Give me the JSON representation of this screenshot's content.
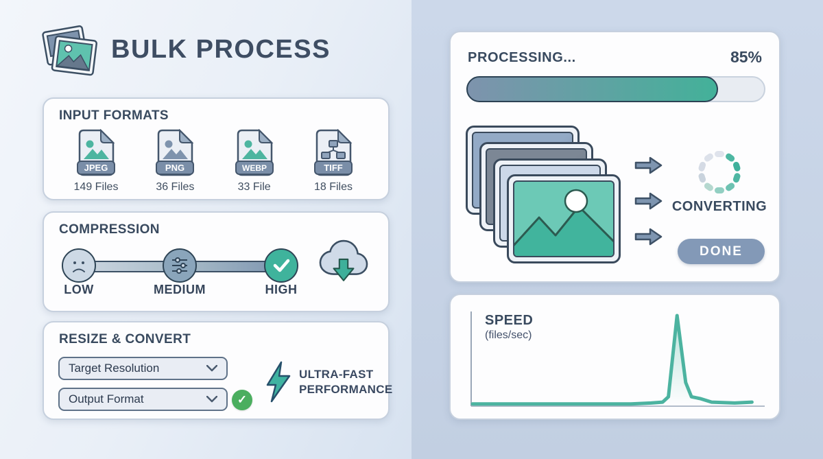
{
  "header": {
    "title": "BULK PROCESS"
  },
  "left": {
    "input_formats": {
      "title": "INPUT FORMATS",
      "items": [
        {
          "format": "JPEG",
          "count": "149 Files",
          "icon": "image-file-teal"
        },
        {
          "format": "PNG",
          "count": "36 Files",
          "icon": "image-file-slate"
        },
        {
          "format": "WEBP",
          "count": "33 File",
          "icon": "image-file-teal"
        },
        {
          "format": "TIFF",
          "count": "18 Files",
          "icon": "diagram-file"
        }
      ]
    },
    "compression": {
      "title": "COMPRESSION",
      "levels": [
        {
          "label": "LOW",
          "icon": "sad-face-icon",
          "selected": false
        },
        {
          "label": "MEDIUM",
          "icon": "sliders-icon",
          "selected": false
        },
        {
          "label": "HIGH",
          "icon": "check-icon",
          "selected": true
        }
      ]
    },
    "resize_convert": {
      "title": "RESIZE & CONVERT",
      "dropdowns": [
        {
          "value": "Target Resolution"
        },
        {
          "value": "Output Format"
        }
      ],
      "check_glyph": "✓",
      "performance_line1": "ULTRA-FAST",
      "performance_line2": "PERFORMANCE"
    }
  },
  "right": {
    "processing": {
      "title": "PROCESSING...",
      "percent_label": "85%",
      "progress_value": 85,
      "status_label": "CONVERTING",
      "done_label": "DONE",
      "spinner_colors": [
        "#dfe3ec",
        "#4db7a2",
        "#3fb09b",
        "#4eb7a3",
        "#6ec2b2",
        "#92cfc2",
        "#b5d8cf",
        "#c9d3dd",
        "#d5dbe5",
        "#dce1ea"
      ]
    },
    "speed": {
      "title": "SPEED",
      "subtitle": "(files/sec)"
    }
  },
  "chart_data": {
    "type": "area",
    "title": "SPEED",
    "ylabel": "(files/sec)",
    "xlabel": "",
    "x_range": [
      0,
      100
    ],
    "y_range": [
      0,
      100
    ],
    "grid": false,
    "legend": false,
    "line_color": "#4cb3a0",
    "fill_color": "#7fccbc",
    "points": [
      [
        0,
        1
      ],
      [
        55,
        1
      ],
      [
        62,
        2
      ],
      [
        66,
        3
      ],
      [
        68,
        9
      ],
      [
        71,
        100
      ],
      [
        74,
        25
      ],
      [
        76,
        9
      ],
      [
        79,
        7
      ],
      [
        83,
        3
      ],
      [
        91,
        2
      ],
      [
        97,
        3
      ]
    ]
  },
  "colors": {
    "accent_teal": "#4db5a0",
    "slate_blue": "#7e95b0",
    "dark_text": "#394a5f",
    "done_button": "#8399b7",
    "green_check": "#4bae5f",
    "left_bg": "#e9eff7",
    "right_bg": "#c6d2e4",
    "card_bg": "#fdfdfe"
  }
}
